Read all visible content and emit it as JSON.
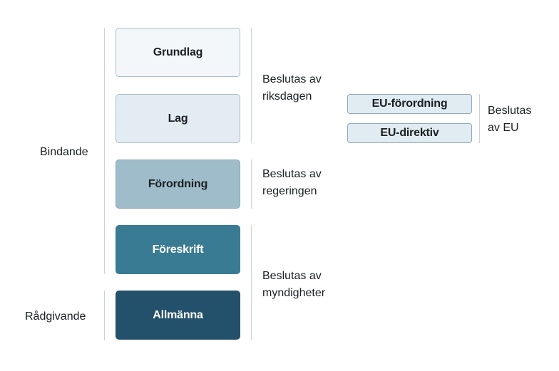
{
  "levels": {
    "grundlag": {
      "label": "Grundlag",
      "color": "#f3f7fa"
    },
    "lag": {
      "label": "Lag",
      "color": "#e3ecf2"
    },
    "forordning": {
      "label": "Förordning",
      "color": "#9fbcca"
    },
    "foreskrift": {
      "label": "Föreskrift",
      "color": "#3a7b94"
    },
    "allmanna": {
      "label": "Allmänna",
      "color": "#23506a"
    }
  },
  "eu": {
    "forordning": "EU-förordning",
    "direktiv": "EU-direktiv",
    "decided_by": [
      "Beslutas",
      "av EU"
    ]
  },
  "decided_by": {
    "riksdagen": [
      "Beslutas av",
      "riksdagen"
    ],
    "regeringen": [
      "Beslutas av",
      "regeringen"
    ],
    "myndigheter": [
      "Beslutas av",
      "myndigheter"
    ]
  },
  "categories": {
    "binding": "Bindande",
    "advisory": "Rådgivande"
  }
}
